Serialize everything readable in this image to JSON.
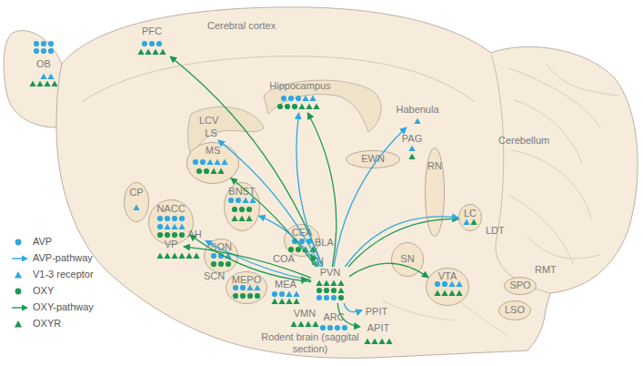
{
  "diagram": {
    "nodes": [
      {
        "text": [
          "OB"
        ]
      },
      {
        "text": [
          "PFC"
        ]
      },
      {
        "text": [
          "Hippocampus"
        ]
      },
      {
        "text": [
          "Habenula"
        ]
      },
      {
        "text": [
          "LS"
        ]
      },
      {
        "text": [
          "MS"
        ]
      },
      {
        "text": [
          "PAG"
        ]
      },
      {
        "text": [
          "EWN"
        ]
      },
      {
        "text": [
          "RN"
        ]
      },
      {
        "text": [
          "CP"
        ]
      },
      {
        "text": [
          "NACC"
        ]
      },
      {
        "text": [
          "BNST"
        ]
      },
      {
        "text": [
          "LC"
        ]
      },
      {
        "text": [
          "AH"
        ]
      },
      {
        "text": [
          "VP"
        ]
      },
      {
        "text": [
          "SON"
        ]
      },
      {
        "text": [
          "MEPO"
        ]
      },
      {
        "text": [
          "CEA"
        ]
      },
      {
        "text": [
          "PVN"
        ]
      },
      {
        "text": [
          "MEA"
        ]
      },
      {
        "text": [
          "VMN"
        ]
      },
      {
        "text": [
          "ARC"
        ]
      },
      {
        "text": [
          "SN"
        ]
      },
      {
        "text": [
          "VTA"
        ]
      },
      {
        "text": [
          "PPIT"
        ]
      },
      {
        "text": [
          "SPO"
        ]
      },
      {
        "text": [
          "LSO"
        ]
      },
      {
        "text": [
          "APIT"
        ]
      }
    ],
    "edges": [
      {
        "from": 18,
        "to": 1,
        "arrow": "to"
      },
      {
        "from": 18,
        "to": 2,
        "arrow": "to"
      },
      {
        "from": 18,
        "to": 2,
        "arrow": "to"
      },
      {
        "from": 18,
        "to": 3,
        "arrow": "to"
      },
      {
        "from": 18,
        "to": 4,
        "arrow": "to"
      },
      {
        "from": 18,
        "to": 5,
        "arrow": "to"
      },
      {
        "from": 18,
        "to": 10,
        "arrow": "to"
      },
      {
        "from": 18,
        "to": 11,
        "arrow": "to"
      },
      {
        "from": 18,
        "to": 13,
        "arrow": "to"
      },
      {
        "from": 18,
        "to": 14,
        "arrow": "to"
      },
      {
        "from": 18,
        "to": 17,
        "arrow": "to"
      },
      {
        "from": 18,
        "to": 19,
        "arrow": "to"
      },
      {
        "from": 18,
        "to": 12,
        "arrow": "to"
      },
      {
        "from": 18,
        "to": 12,
        "arrow": "to"
      },
      {
        "from": 18,
        "to": 23,
        "arrow": "to"
      },
      {
        "from": 18,
        "to": 27,
        "arrow": "to"
      },
      {
        "from": 18,
        "to": 24,
        "arrow": "to"
      }
    ],
    "labels": [
      "Cerebral cortex",
      "Cerebellum",
      "LCV",
      "LDT",
      "SCN",
      "COA",
      "BLA",
      "LH",
      "RMT",
      "Rodent brain (saggital section)"
    ],
    "legend": [
      {
        "text": "AVP",
        "color": "#2ea7e0"
      },
      {
        "text": "AVP-pathway",
        "color": "#2ea7e0"
      },
      {
        "text": "V1-3 receptor",
        "color": "#2ea7e0"
      },
      {
        "text": "OXY",
        "color": "#1a9850"
      },
      {
        "text": "OXY-pathway",
        "color": "#1a9850"
      },
      {
        "text": "OXYR",
        "color": "#1a9850"
      }
    ]
  }
}
